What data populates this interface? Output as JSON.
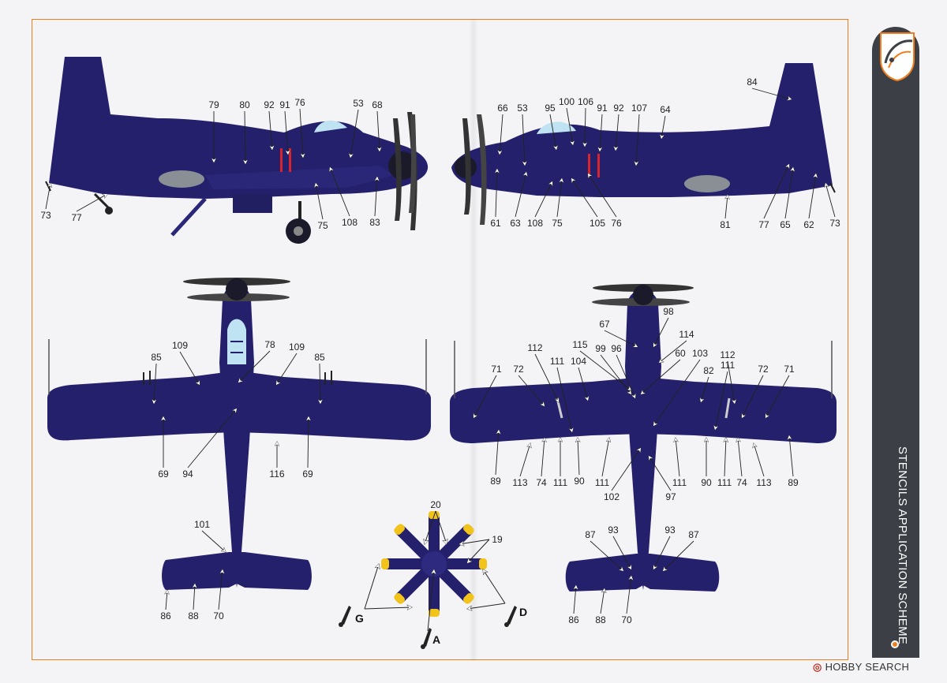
{
  "scheme_title": "STENCILS APPLICATION SCHEME",
  "watermark": "HOBBY SEARCH",
  "colors": {
    "frame": "#f07d1e",
    "airframe": "#24206b",
    "band": "#3c4046",
    "canopy": "#bfe3f2",
    "roundel": "#8a8f96",
    "stencil_red": "#d8242c",
    "prop_tip": "#f2c419"
  },
  "left_side_view": [
    "79",
    "80",
    "92",
    "91",
    "76",
    "53",
    "68",
    "73",
    "77",
    "75",
    "108",
    "83"
  ],
  "right_side_view": [
    "66",
    "53",
    "95",
    "100",
    "106",
    "91",
    "92",
    "107",
    "64",
    "84",
    "61",
    "63",
    "108",
    "75",
    "105",
    "76",
    "81",
    "77",
    "65",
    "62",
    "73"
  ],
  "top_view": [
    "85",
    "109",
    "78",
    "109",
    "85",
    "69",
    "94",
    "116",
    "69",
    "101",
    "86",
    "88",
    "70"
  ],
  "bottom_view": [
    "98",
    "67",
    "114",
    "112",
    "111",
    "104",
    "115",
    "99",
    "96",
    "60",
    "103",
    "112",
    "71",
    "72",
    "82",
    "111",
    "72",
    "71",
    "89",
    "113",
    "74",
    "111",
    "90",
    "111",
    "102",
    "97",
    "111",
    "90",
    "111",
    "74",
    "113",
    "89",
    "87",
    "93",
    "93",
    "87",
    "86",
    "88",
    "70"
  ],
  "propeller_view": {
    "numbers": [
      "20",
      "19"
    ],
    "paint_refs": [
      "G",
      "A",
      "D"
    ]
  },
  "icons": [
    "brush-icon",
    "manufacturer-logo-icon"
  ]
}
